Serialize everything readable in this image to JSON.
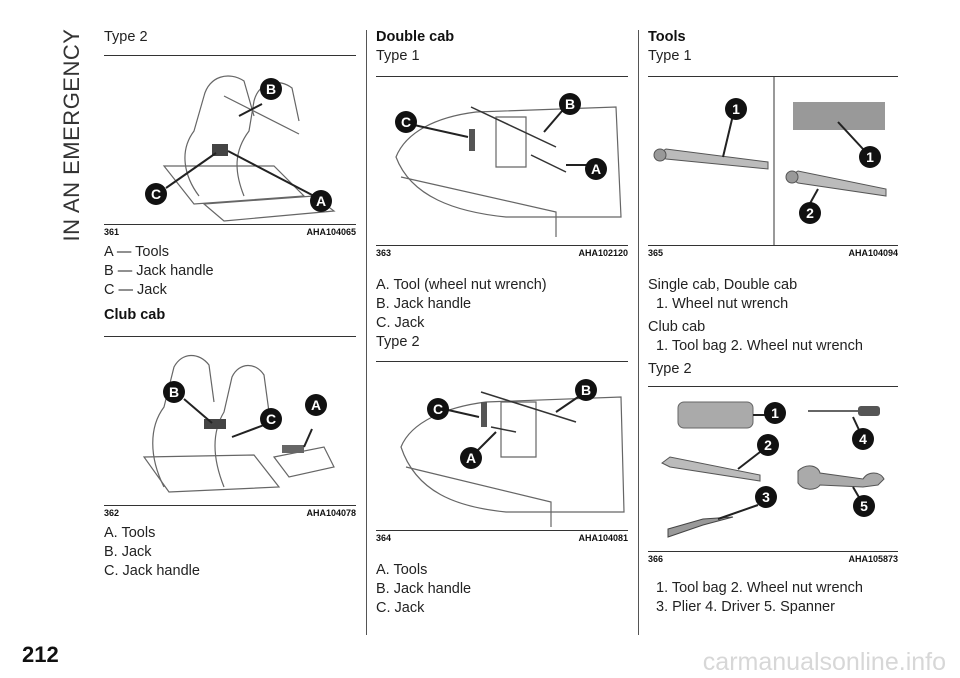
{
  "sidebar": {
    "section_title": "IN AN EMERGENCY"
  },
  "page_number": "212",
  "watermark": "carmanualsonline.info",
  "col1": {
    "type_heading": "Type 2",
    "fig361": {
      "num": "361",
      "code": "AHA104065"
    },
    "list1": [
      "A — Tools",
      "B — Jack handle",
      "C — Jack"
    ],
    "club_heading": "Club cab",
    "fig362": {
      "num": "362",
      "code": "AHA104078"
    },
    "list2": [
      "A. Tools",
      "B. Jack",
      "C. Jack handle"
    ]
  },
  "col2": {
    "heading": "Double cab",
    "type1": "Type 1",
    "fig363": {
      "num": "363",
      "code": "AHA102120"
    },
    "list1": [
      "A. Tool (wheel nut wrench)",
      "B. Jack handle",
      "C. Jack"
    ],
    "type2": "Type 2",
    "fig364": {
      "num": "364",
      "code": "AHA104081"
    },
    "list2": [
      "A. Tools",
      "B. Jack handle",
      "C. Jack"
    ]
  },
  "col3": {
    "heading": "Tools",
    "type1": "Type 1",
    "fig365": {
      "num": "365",
      "code": "AHA104094"
    },
    "single_double": "Single cab, Double cab",
    "single_double_items": "1. Wheel nut wrench",
    "club": "Club cab",
    "club_items": "1. Tool bag  2. Wheel nut wrench",
    "type2": "Type 2",
    "fig366": {
      "num": "366",
      "code": "AHA105873"
    },
    "items_line1": "1. Tool bag  2. Wheel nut wrench",
    "items_line2": "3. Plier  4. Driver  5. Spanner"
  },
  "callouts": {
    "A": "A",
    "B": "B",
    "C": "C",
    "n1": "1",
    "n2": "2",
    "n3": "3",
    "n4": "4",
    "n5": "5"
  },
  "colors": {
    "callout": "#111111",
    "rule": "#333333",
    "watermark": "#d7d7d7"
  }
}
